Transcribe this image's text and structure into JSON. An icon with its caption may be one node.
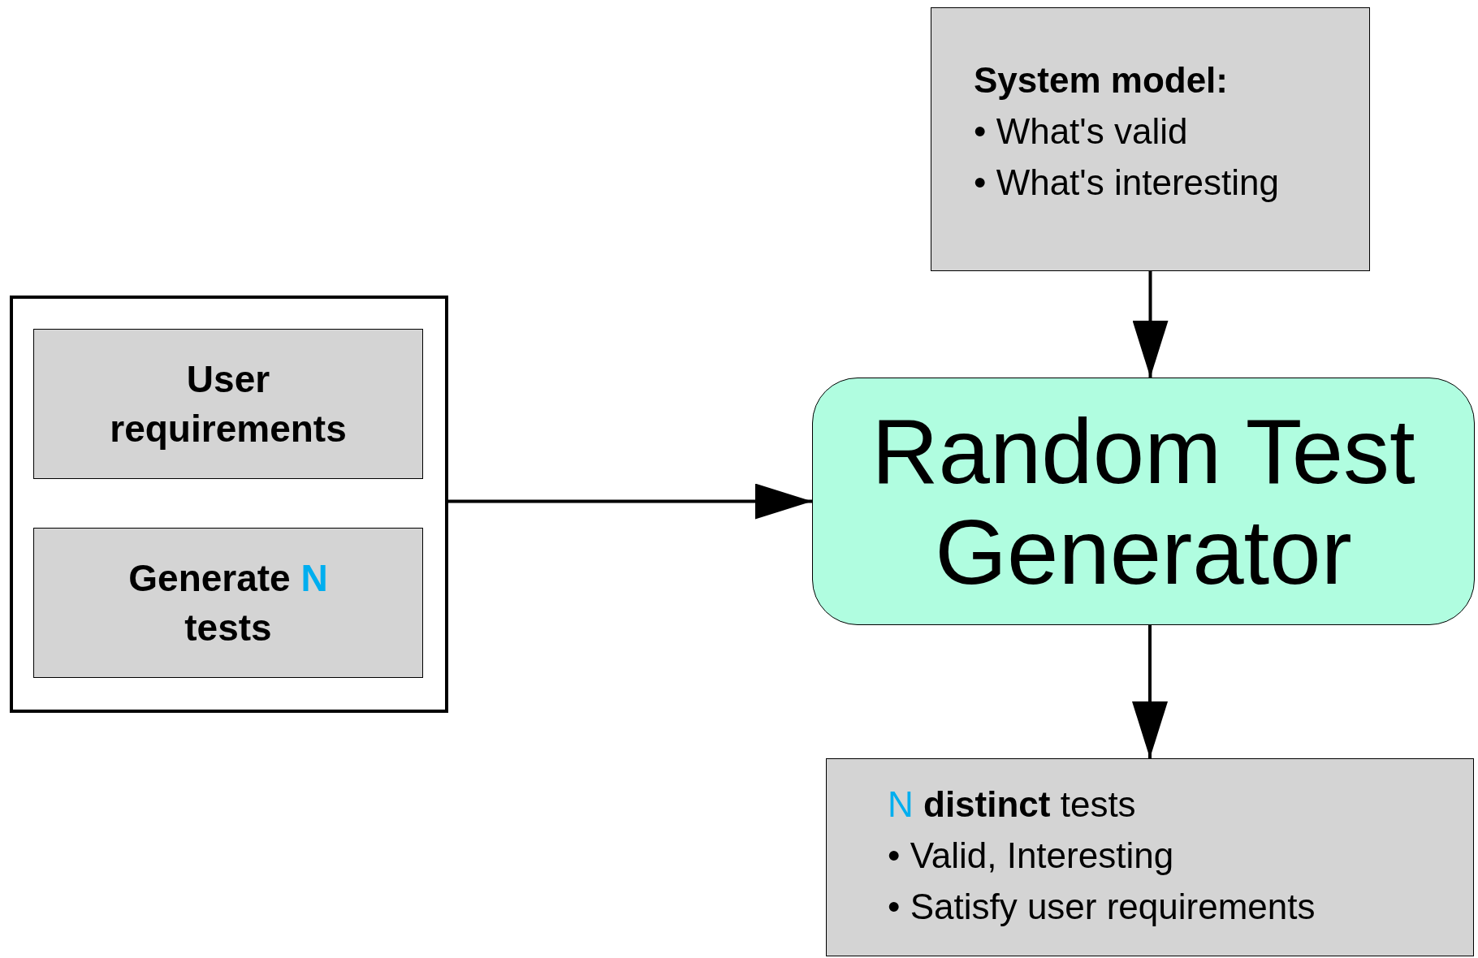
{
  "diagram": {
    "nodes": [
      {
        "text": [],
        "shape": "box"
      },
      {
        "text": [
          "User requirements"
        ],
        "in": 0
      },
      {
        "text": [
          "Generate *N* tests"
        ],
        "in": 0
      },
      {
        "text": [
          "System model:",
          "• What's valid",
          "• What's interesting"
        ]
      },
      {
        "text": [
          "Random Test Generator"
        ]
      },
      {
        "text": [
          "*N* **distinct** tests",
          "• Valid, Interesting",
          "• Satisfy user requirements"
        ]
      }
    ],
    "edges": [
      {
        "from": 0,
        "to": 4,
        "arrow": "to"
      },
      {
        "from": 3,
        "to": 4,
        "arrow": "to"
      },
      {
        "from": 4,
        "to": 5,
        "arrow": "to"
      }
    ]
  }
}
